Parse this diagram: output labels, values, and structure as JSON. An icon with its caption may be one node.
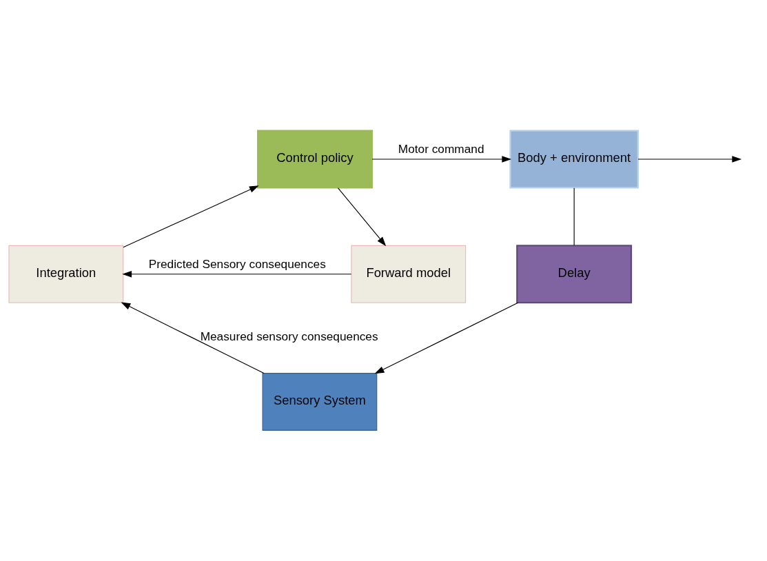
{
  "diagram": {
    "nodes": [
      {
        "text": [
          "Control policy"
        ]
      },
      {
        "text": [
          "Body + environment"
        ]
      },
      {
        "text": [
          "Integration"
        ]
      },
      {
        "text": [
          "Forward model"
        ]
      },
      {
        "text": [
          "Delay"
        ]
      },
      {
        "text": [
          "Sensory System"
        ]
      }
    ],
    "edges": [
      {
        "from": 0,
        "to": 1,
        "arrow": "to",
        "label": "Motor command"
      },
      {
        "from": 0,
        "to": 3,
        "arrow": "to"
      },
      {
        "from": 1,
        "to": null,
        "arrow": "to"
      },
      {
        "from": 1,
        "to": 4,
        "arrow": "none"
      },
      {
        "from": 3,
        "to": 2,
        "arrow": "to",
        "label": "Predicted Sensory consequences"
      },
      {
        "from": 2,
        "to": 0,
        "arrow": "to"
      },
      {
        "from": 4,
        "to": 5,
        "arrow": "to"
      },
      {
        "from": 5,
        "to": 2,
        "arrow": "to",
        "label": "Measured sensory consequences"
      }
    ]
  }
}
